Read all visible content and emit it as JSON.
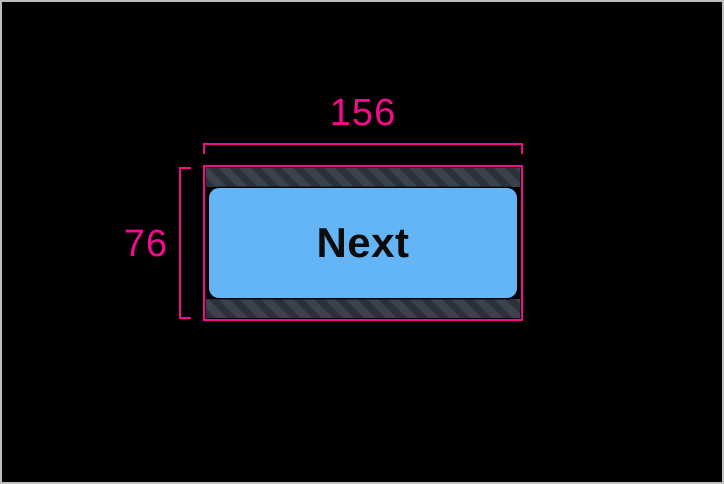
{
  "canvas": {
    "background_color": "#000000",
    "border_color": "#BDBDBD"
  },
  "measurement": {
    "width_label": "156",
    "height_label": "76",
    "accent_color": "#F50A8F"
  },
  "tap_target": {
    "hatch_base_color": "#3A434D",
    "hatch_stripe_color": "#2A313A"
  },
  "button": {
    "label": "Next",
    "fill_color": "#64B5F6",
    "text_color": "#0B0B0B"
  }
}
